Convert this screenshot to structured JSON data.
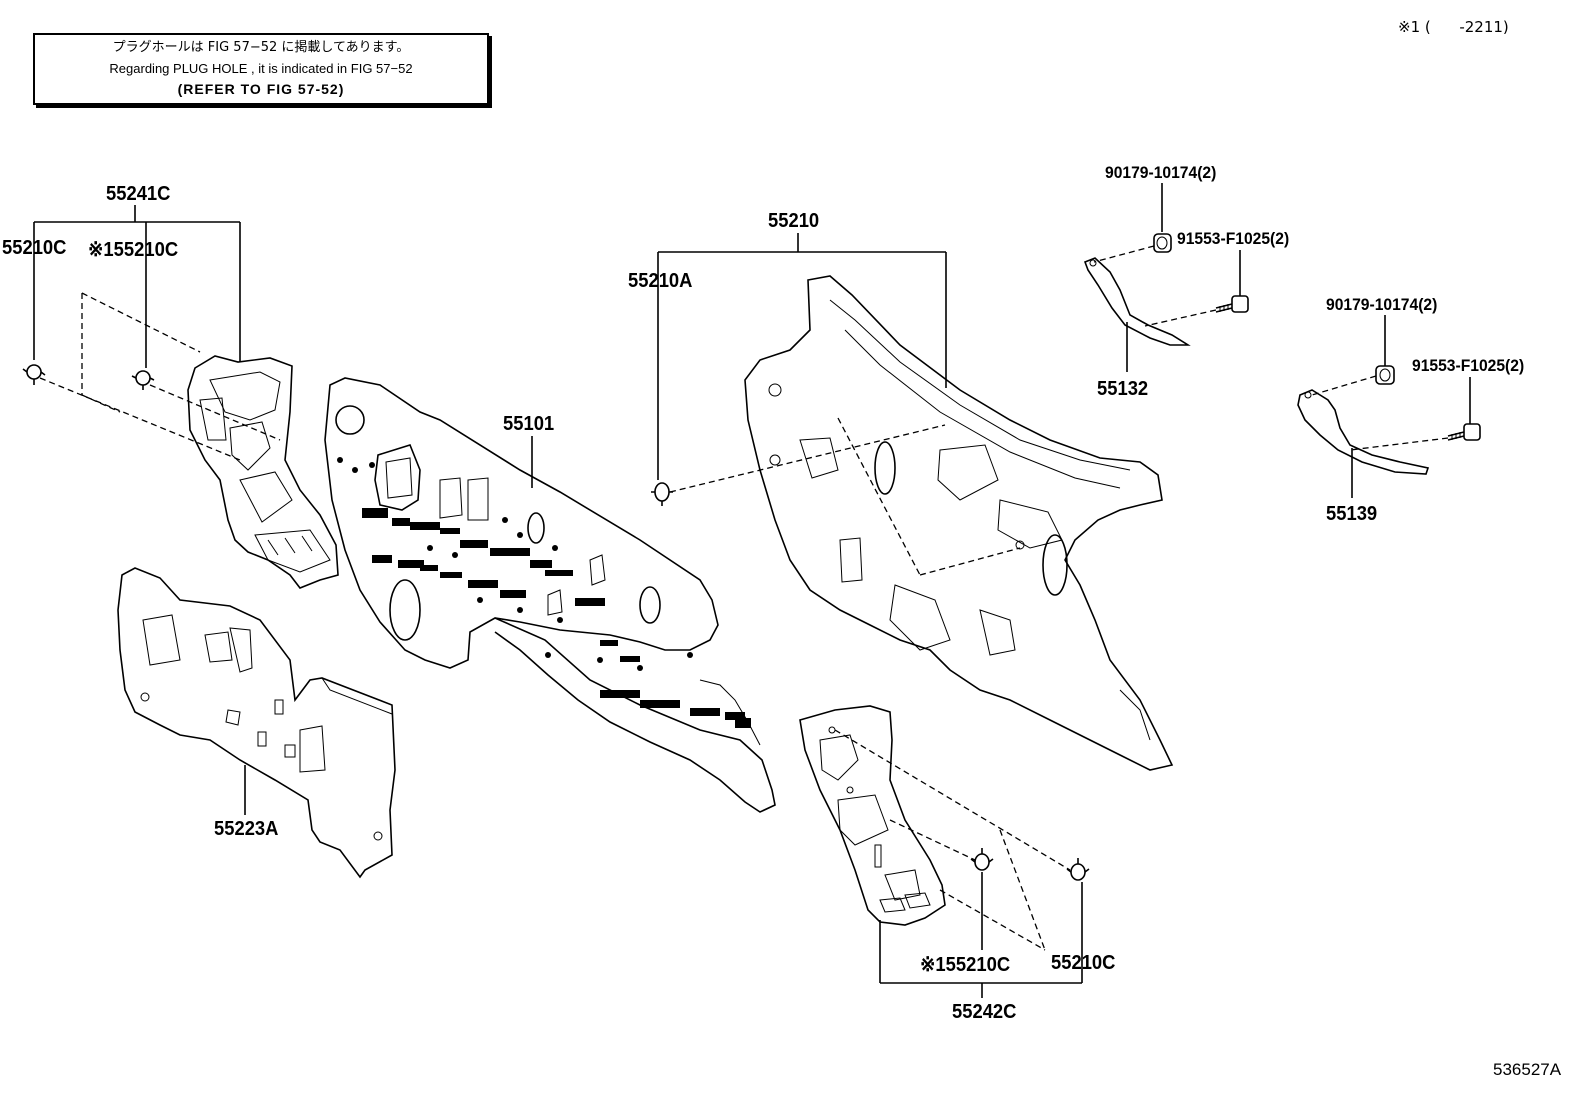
{
  "header": {
    "footnote": "※1 (      -2211)",
    "note": {
      "jp": "プラグホールは FIG 57−52 に掲載してあります。",
      "en": "Regarding  PLUG  HOLE , it is indicated in FIG  57−52",
      "ref": "(REFER TO FIG 57-52)"
    }
  },
  "parts": {
    "p55241C": "55241C",
    "p55210C_left": "55210C",
    "p55210C_left_s1": "※155210C",
    "p55223A": "55223A",
    "p55101": "55101",
    "p55210": "55210",
    "p55210A": "55210A",
    "p90179_a": "90179-10174(2)",
    "p91553_a": "91553-F1025(2)",
    "p55132": "55132",
    "p90179_b": "90179-10174(2)",
    "p91553_b": "91553-F1025(2)",
    "p55139": "55139",
    "p55210C_bottom_s1": "※155210C",
    "p55210C_bottom": "55210C",
    "p55242C": "55242C"
  },
  "figure_id": "536527A"
}
